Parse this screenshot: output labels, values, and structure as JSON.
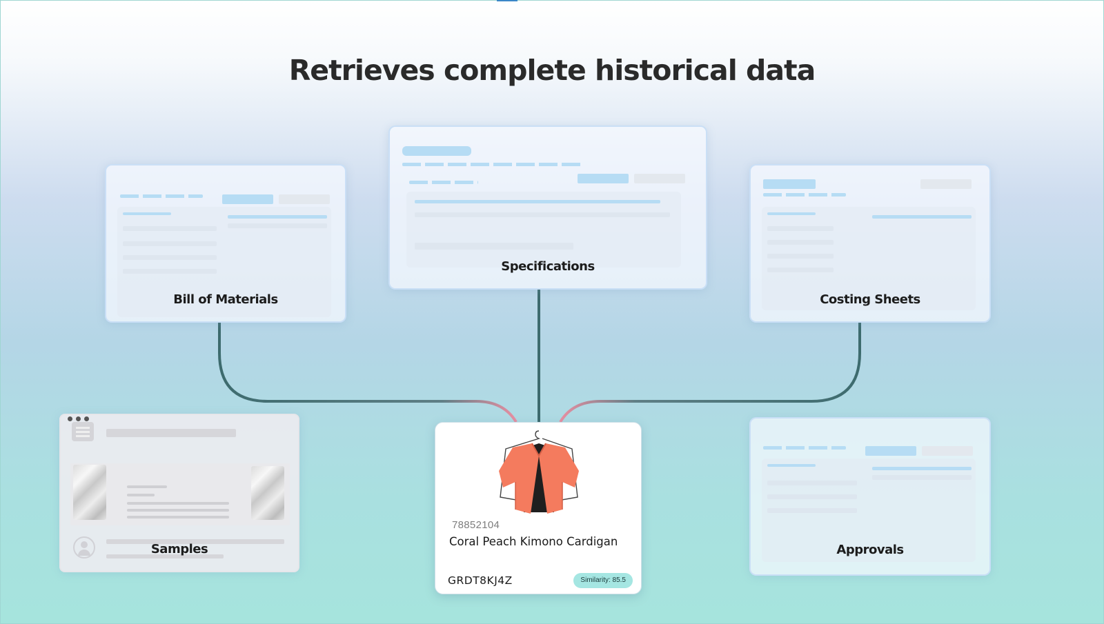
{
  "title": "Retrieves complete historical data",
  "cards": {
    "bill_of_materials": "Bill of Materials",
    "specifications": "Specifications",
    "costing_sheets": "Costing Sheets",
    "samples": "Samples",
    "approvals": "Approvals"
  },
  "product": {
    "sku": "78852104",
    "name": "Coral Peach Kimono Cardigan",
    "code": "GRDT8KJ4Z",
    "similarity": "Similarity: 85.5",
    "image": "coral-kimono-cardigan-icon"
  },
  "colors": {
    "connector_dark": "#3d6b6e",
    "connector_pink": "#e88fa2",
    "badge": "#a5e6e2",
    "title": "#2a2a2a"
  }
}
